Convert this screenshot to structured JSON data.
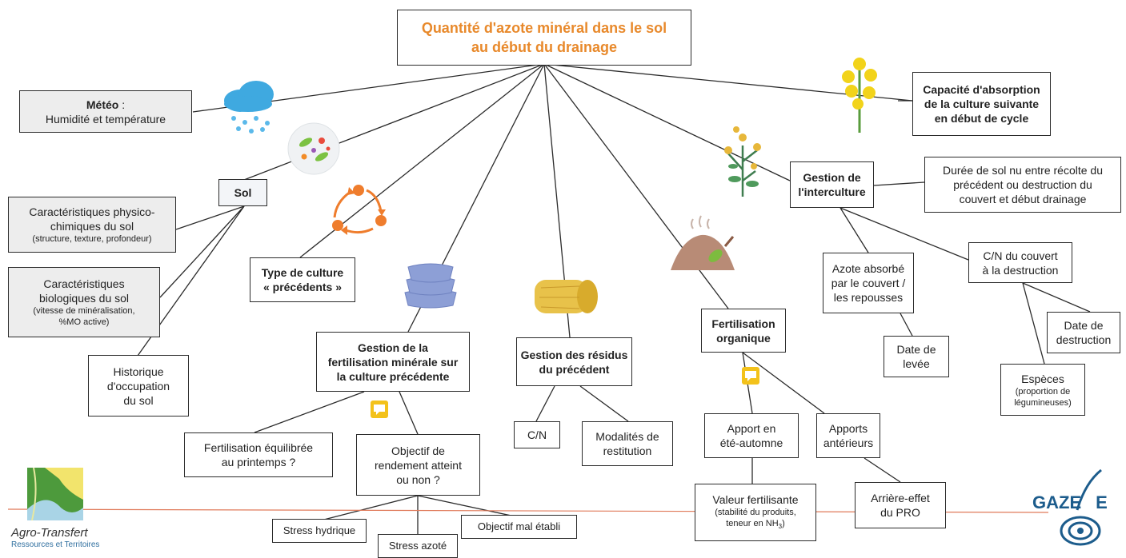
{
  "title": {
    "line1": "Quantité d'azote minéral dans le sol",
    "line2": "au début du drainage",
    "color": "#e8892b"
  },
  "meteo": {
    "bold": "Météo",
    "suffix": " :",
    "line2": "Humidité et température"
  },
  "capacite": {
    "line1": "Capacité d'absorption",
    "line2": "de la culture suivante",
    "line3": "en début de cycle"
  },
  "sol": {
    "label": "Sol"
  },
  "sol_children": {
    "physico": {
      "line1": "Caractéristiques physico-",
      "line2": "chimiques du sol",
      "line3": "(structure, texture, profondeur)"
    },
    "bio": {
      "line1": "Caractéristiques",
      "line2": "biologiques du sol",
      "line3": "(vitesse de minéralisation,",
      "line4": "%MO active)"
    },
    "historique": {
      "line1": "Historique",
      "line2": "d'occupation",
      "line3": "du sol"
    }
  },
  "type_culture": {
    "line1": "Type de culture",
    "line2": "« précédents »"
  },
  "gestion_ferti": {
    "line1": "Gestion de la",
    "line2": "fertilisation minérale sur",
    "line3": "la culture précédente"
  },
  "ferti_equilibree": {
    "line1": "Fertilisation équilibrée",
    "line2": "au printemps ?"
  },
  "objectif": {
    "line1": "Objectif de",
    "line2": "rendement atteint",
    "line3": "ou non ?"
  },
  "stress_hydrique": "Stress hydrique",
  "stress_azote": "Stress azoté",
  "objectif_mal": "Objectif mal établi",
  "gestion_residus": {
    "line1": "Gestion des résidus",
    "line2": "du précédent"
  },
  "cn_residus": "C/N",
  "modalites": {
    "line1": "Modalités de",
    "line2": "restitution"
  },
  "ferti_org": {
    "line1": "Fertilisation",
    "line2": "organique"
  },
  "apport_ete": {
    "line1": "Apport en",
    "line2": "été-automne"
  },
  "apports_ant": {
    "line1": "Apports",
    "line2": "antérieurs"
  },
  "valeur_ferti": {
    "line1": "Valeur fertilisante",
    "line2": "(stabilité du produits,",
    "line3": "teneur en NH",
    "sub": "3",
    "line3_end": ")"
  },
  "arriere_effet": {
    "line1": "Arrière-effet",
    "line2": "du PRO"
  },
  "gestion_inter": {
    "line1": "Gestion de",
    "line2": "l'interculture"
  },
  "duree_sol": {
    "line1": "Durée de sol nu entre récolte du",
    "line2": "précédent ou destruction du",
    "line3": "couvert et début drainage"
  },
  "azote_absorbe": {
    "line1": "Azote absorbé",
    "line2": "par le couvert /",
    "line3": "les repousses"
  },
  "cn_couvert": {
    "line1": "C/N du couvert",
    "line2": "à la destruction"
  },
  "date_levee": {
    "line1": "Date de",
    "line2": "levée"
  },
  "date_destruction": {
    "line1": "Date de",
    "line2": "destruction"
  },
  "especes": {
    "line1": "Espèces",
    "line2": "(proportion de",
    "line3": "légumineuses)"
  },
  "logos": {
    "agro_line1": "Agro-Transfert",
    "agro_line2": "Ressources et Territoires",
    "gazelle": "GAZE",
    "gazelle_end": "E"
  },
  "icons": [
    "rain-cloud-icon",
    "microbes-icon",
    "crop-rotation-icon",
    "fertilizer-bags-icon",
    "hay-bale-icon",
    "compost-icon",
    "cover-crop-plant-icon",
    "rapeseed-flower-icon",
    "comment-icon"
  ],
  "colors": {
    "accent": "#e8892b",
    "rotation": "#ef7d2d",
    "bags": "#8d9fd6",
    "hay": "#e8c24a",
    "flower": "#f2d31a",
    "comment": "#f3c21b",
    "gazelle": "#1c5c8c",
    "agro_green": "#4d9a3c"
  }
}
